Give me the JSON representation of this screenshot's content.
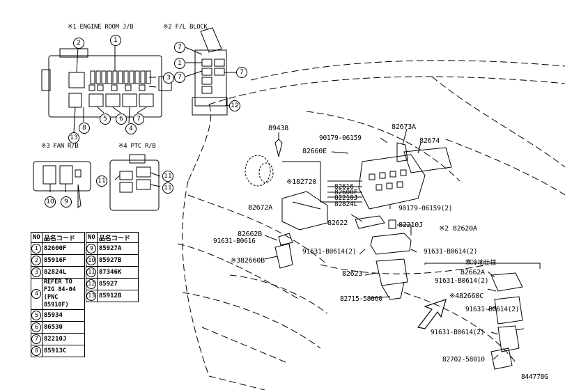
{
  "boxes": {
    "engine_room_jb": "※1 ENGINE ROOM J/B",
    "fl_block": "※2 F/L BLOCK",
    "fan_rb": "※3 FAN R/B",
    "ptc_rb": "※4 PTC R/B"
  },
  "callouts": {
    "c1": "1",
    "c2": "2",
    "c3": "3",
    "c4": "4",
    "c5": "5",
    "c6": "6",
    "c7": "7",
    "c8": "8",
    "c9": "9",
    "c10": "10",
    "c11": "11",
    "c12": "12",
    "c13": "13"
  },
  "legend": {
    "header_no": "NO",
    "header_code": "品名コード",
    "left_rows": [
      {
        "no": "1",
        "code": "82600F"
      },
      {
        "no": "2",
        "code": "85916F"
      },
      {
        "no": "3",
        "code": "82824L"
      },
      {
        "no": "4",
        "code": "REFER TO\nFIG 84-04\n(PNC 85910F)"
      },
      {
        "no": "5",
        "code": "85934"
      },
      {
        "no": "6",
        "code": "86530"
      },
      {
        "no": "7",
        "code": "82210J"
      },
      {
        "no": "8",
        "code": "85913C"
      }
    ],
    "right_rows": [
      {
        "no": "9",
        "code": "85927A"
      },
      {
        "no": "10",
        "code": "85927B"
      },
      {
        "no": "11",
        "code": "87346K"
      },
      {
        "no": "12",
        "code": "85927"
      },
      {
        "no": "13",
        "code": "85912B"
      }
    ]
  },
  "parts": {
    "p89438": "89438",
    "p90179_a": "90179-06159",
    "p82673A": "82673A",
    "p82674": "82674",
    "p82660E": "82660E",
    "p82720": "※182720",
    "p82616": "82616",
    "p82600F": "82600F",
    "p82210J_a": "82210J",
    "p82824L": "82824L",
    "p90179_b": "90179-06159(2)",
    "p82672A": "82672A",
    "p82622": "82622",
    "p82210J_b": "82210J",
    "p82620A": "※2 82620A",
    "p82662B": "82662B",
    "p91631_a": "91631-B0616",
    "p91631_b": "91631-B0614(2)",
    "p91631_c": "91631-B0614(2)",
    "p82660B": "※382660B",
    "p82623": "82623",
    "cold_spec": "寒冷地仕様",
    "p82662A": "82662A",
    "p91631_d": "91631-B0614(2)",
    "p82660C": "※482660C",
    "p91631_e": "91631-B0614(2)",
    "p82715": "82715-58060",
    "p91631_f": "91631-B0614(2)",
    "p82702": "82702-58010",
    "fig_no": "844778G"
  },
  "icons": [
    "relay-block",
    "fuse",
    "connector",
    "bolt",
    "arrow"
  ]
}
